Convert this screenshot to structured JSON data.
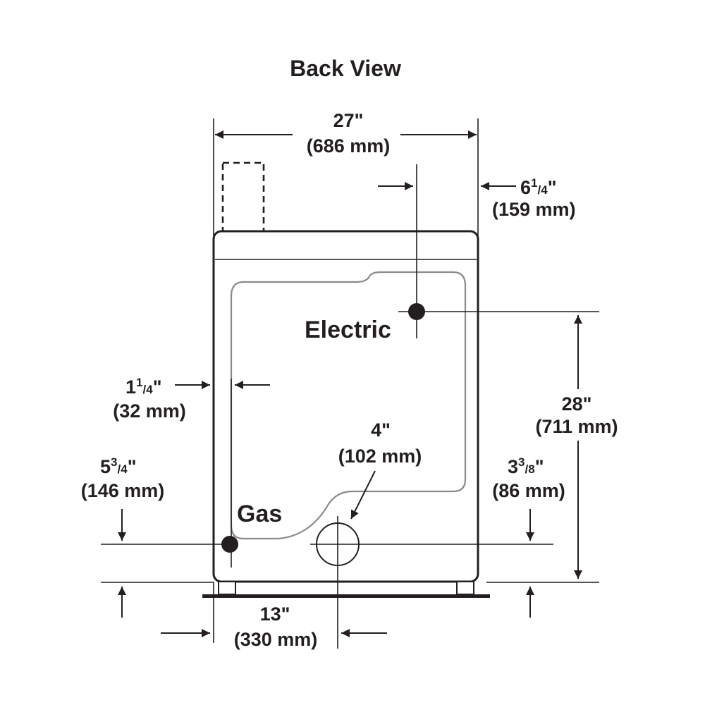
{
  "title": "Back View",
  "labels": {
    "electric": "Electric",
    "gas": "Gas"
  },
  "dimensions": {
    "width": {
      "imperial": "27\"",
      "metric": "(686 mm)"
    },
    "electric_from_side": {
      "whole": "6",
      "num": "1",
      "den": "4",
      "inch": "\"",
      "metric": "(159 mm)"
    },
    "gas_from_side": {
      "whole": "1",
      "num": "1",
      "den": "4",
      "inch": "\"",
      "metric": "(32 mm)"
    },
    "electric_height": {
      "imperial": "28\"",
      "metric": "(711 mm)"
    },
    "vent_diameter": {
      "imperial": "4\"",
      "metric": "(102 mm)"
    },
    "gas_height": {
      "whole": "5",
      "num": "3",
      "den": "4",
      "inch": "\"",
      "metric": "(146 mm)"
    },
    "vent_height": {
      "whole": "3",
      "num": "3",
      "den": "8",
      "inch": "\"",
      "metric": "(86 mm)"
    },
    "vent_from_side": {
      "imperial": "13\"",
      "metric": "(330 mm)"
    }
  }
}
